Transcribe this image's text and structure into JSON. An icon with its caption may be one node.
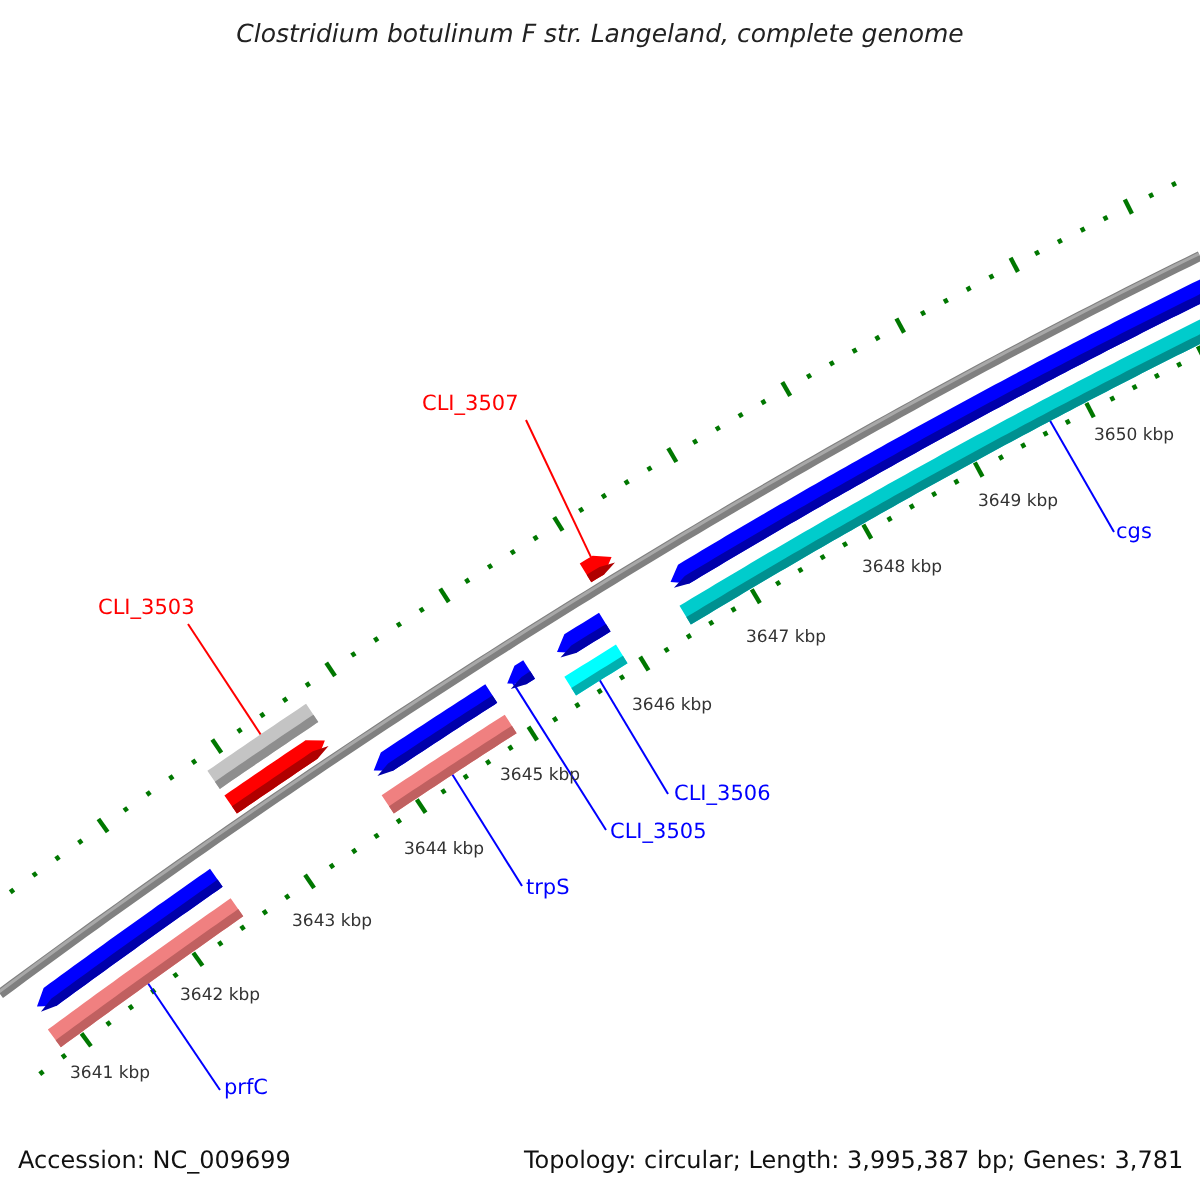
{
  "diagram": {
    "title": "Clostridium botulinum F str. Langeland, complete genome",
    "nodes": [
      {
        "text": [
          "CLI_3507"
        ]
      },
      {
        "text": [
          "CLI_3503"
        ]
      },
      {
        "text": [
          "cgs"
        ]
      },
      {
        "text": [
          "CLI_3506"
        ]
      },
      {
        "text": [
          "CLI_3505"
        ]
      },
      {
        "text": [
          "trpS"
        ]
      },
      {
        "text": [
          "prfC"
        ]
      },
      {
        "text": [],
        "shape": "arrow"
      },
      {
        "text": [],
        "shape": "bar"
      },
      {
        "text": [],
        "shape": "bar"
      },
      {
        "text": [],
        "shape": "arrow"
      },
      {
        "text": [],
        "shape": "arrow"
      },
      {
        "text": [],
        "shape": "bar"
      },
      {
        "text": [],
        "shape": "arrow"
      },
      {
        "text": [],
        "shape": "arrow"
      },
      {
        "text": [],
        "shape": "bar"
      },
      {
        "text": [],
        "shape": "arrow"
      },
      {
        "text": [],
        "shape": "arrow"
      },
      {
        "text": [],
        "shape": "bar"
      }
    ],
    "edges": [
      {
        "from": 0,
        "to": 16,
        "arrow": "none",
        "color": "#ff0000"
      },
      {
        "from": 1,
        "to": 9,
        "arrow": "none",
        "color": "#ff0000"
      },
      {
        "from": 2,
        "to": 18,
        "arrow": "none"
      },
      {
        "from": 3,
        "to": 15,
        "arrow": "none"
      },
      {
        "from": 4,
        "to": 13,
        "arrow": "none"
      },
      {
        "from": 5,
        "to": 12,
        "arrow": "none"
      },
      {
        "from": 6,
        "to": 8,
        "arrow": "none"
      }
    ],
    "labels": [
      "3650 kbp",
      "3649 kbp",
      "3648 kbp",
      "3647 kbp",
      "3646 kbp",
      "3645 kbp",
      "3644 kbp",
      "3643 kbp",
      "3642 kbp",
      "3641 kbp",
      "Accession: NC_009699",
      "Topology: circular; Length: 3,995,387 bp; Genes: 3,781"
    ]
  }
}
